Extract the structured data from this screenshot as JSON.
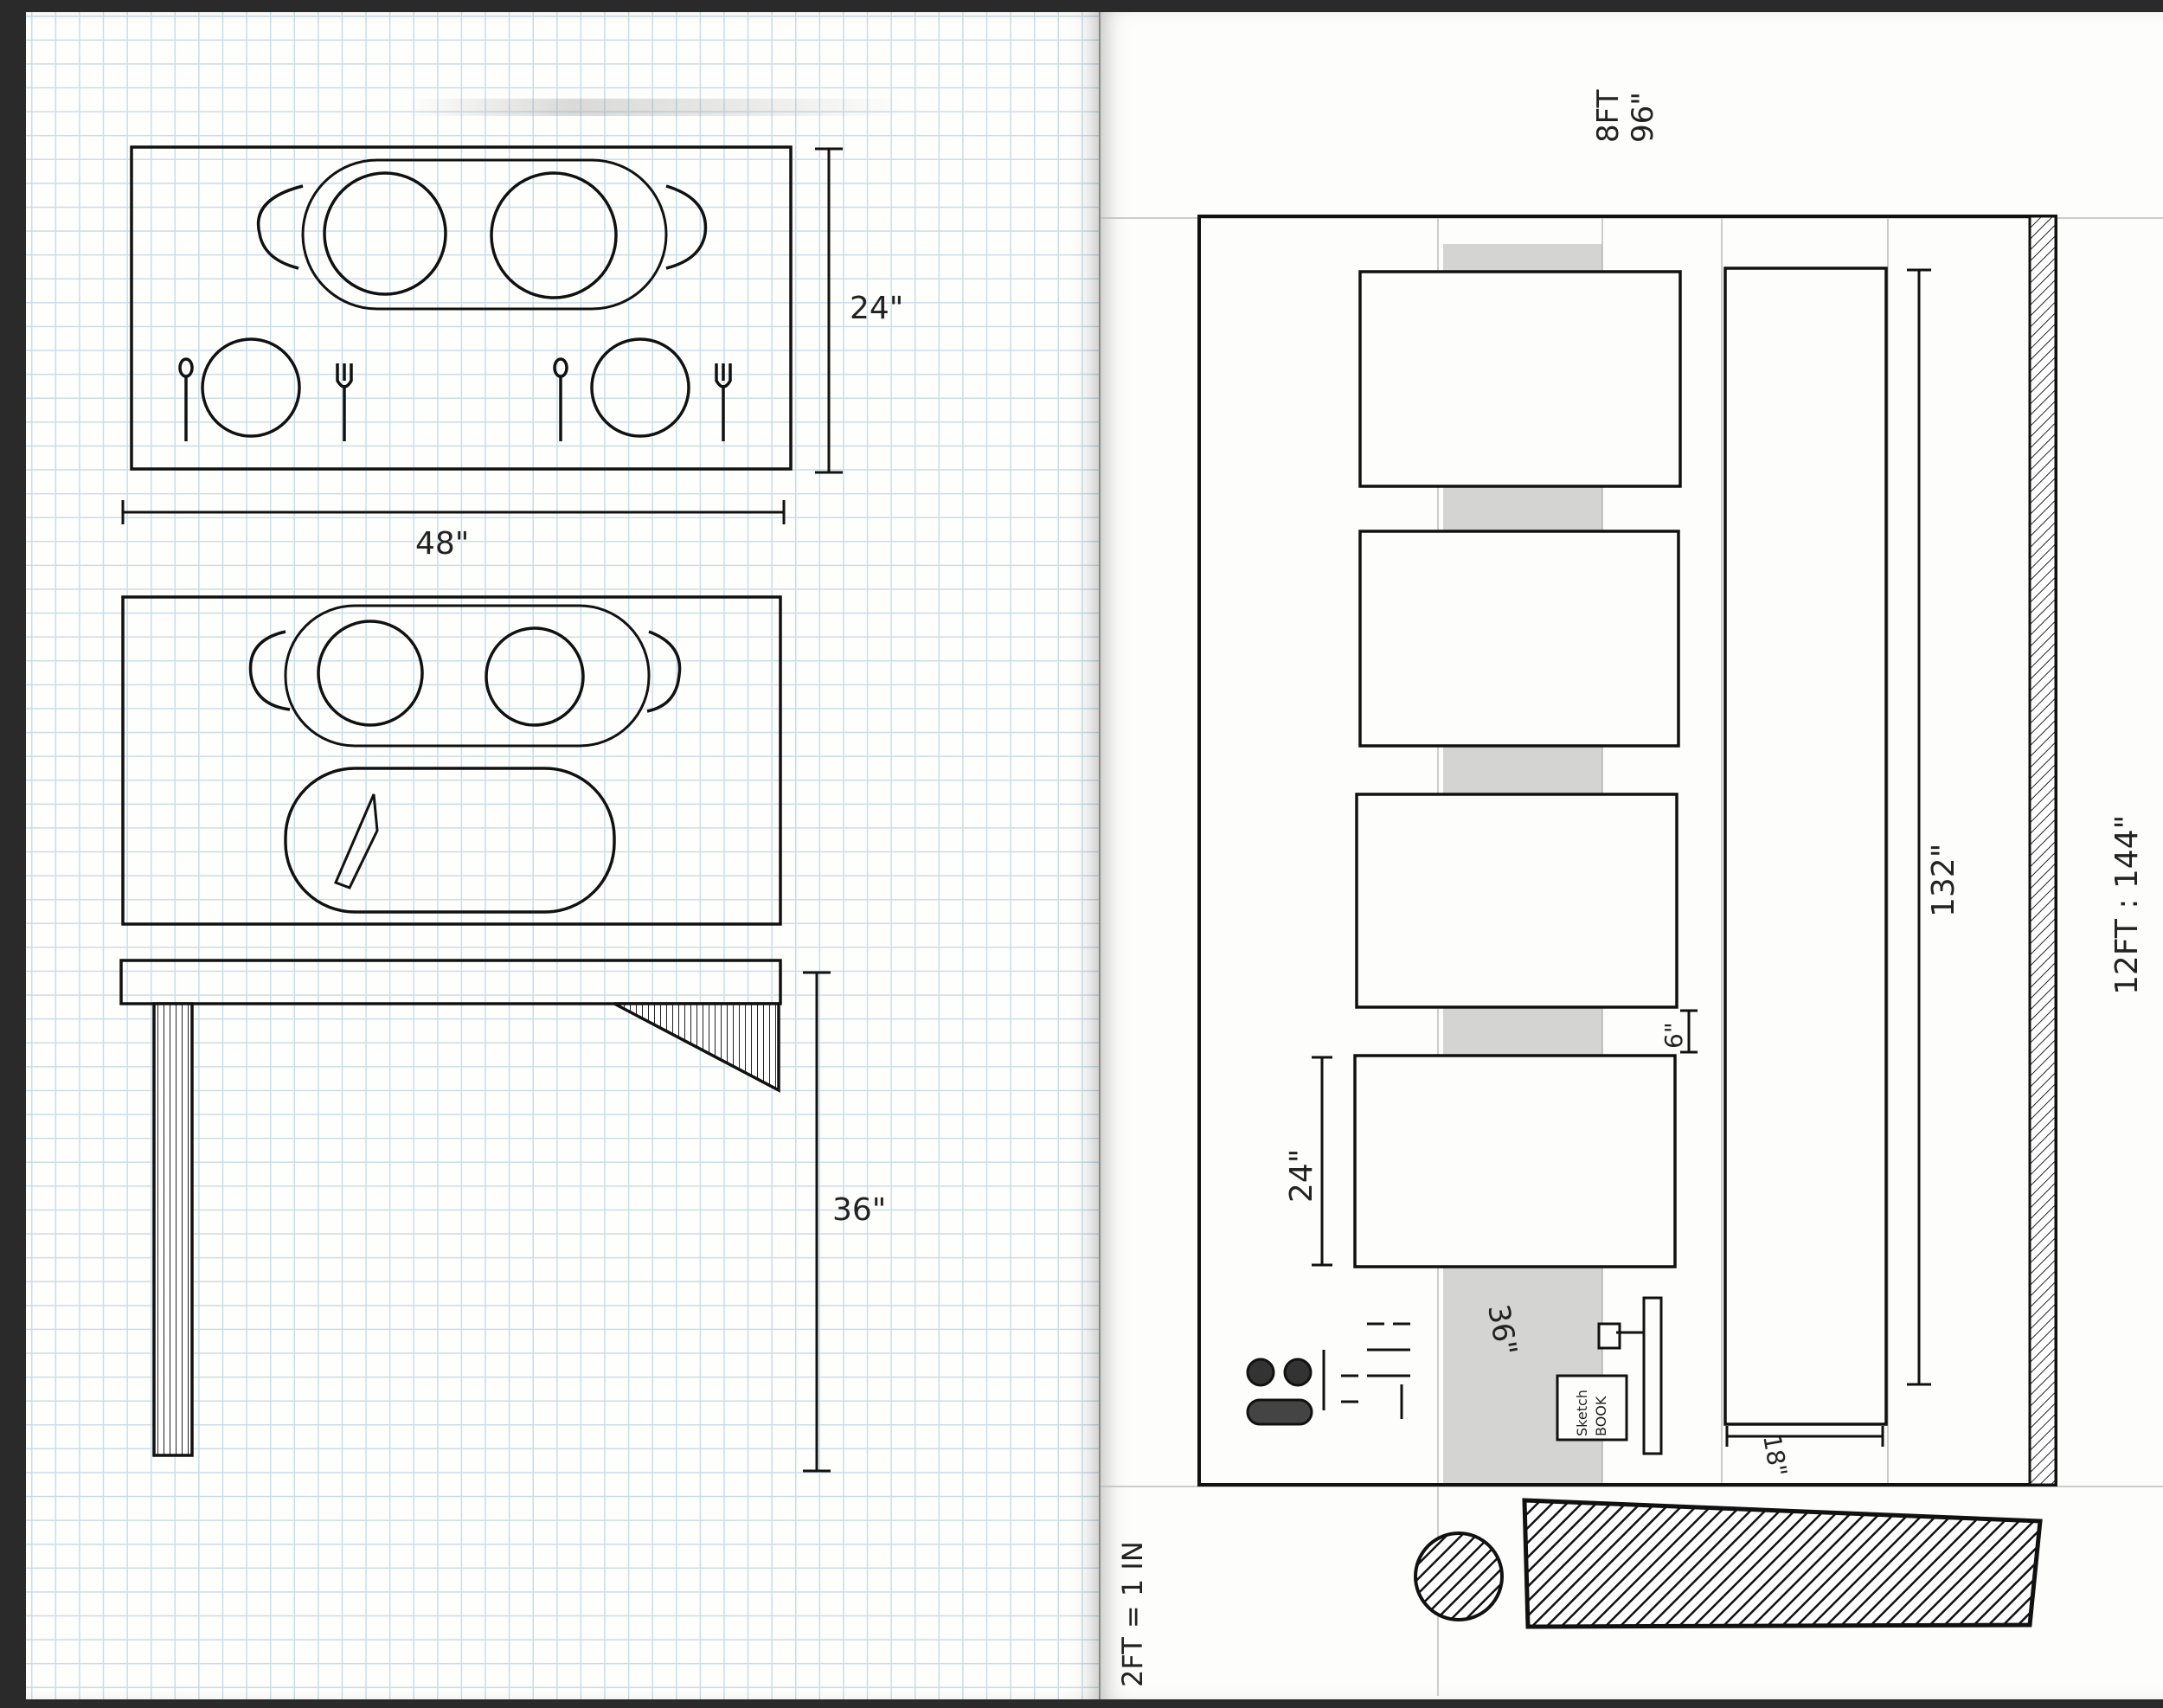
{
  "left_page": {
    "dim_top_plan_depth": "24\"",
    "dim_table_width": "48\"",
    "dim_table_height": "36\""
  },
  "right_page": {
    "dim_room_depth": "8FT\n96\"",
    "dim_room_depth_line1": "8FT",
    "dim_room_depth_line2": "96\"",
    "dim_room_length": "12FT : 144\"",
    "dim_counter_length": "132\"",
    "dim_table_depth": "24\"",
    "dim_table_gap": "6\"",
    "dim_aisle": "36\"",
    "dim_counter_depth": "18\"",
    "scale_note": "2FT = 1 IN",
    "sketchbook_label_line1": "Sketch",
    "sketchbook_label_line2": "BOOK"
  }
}
